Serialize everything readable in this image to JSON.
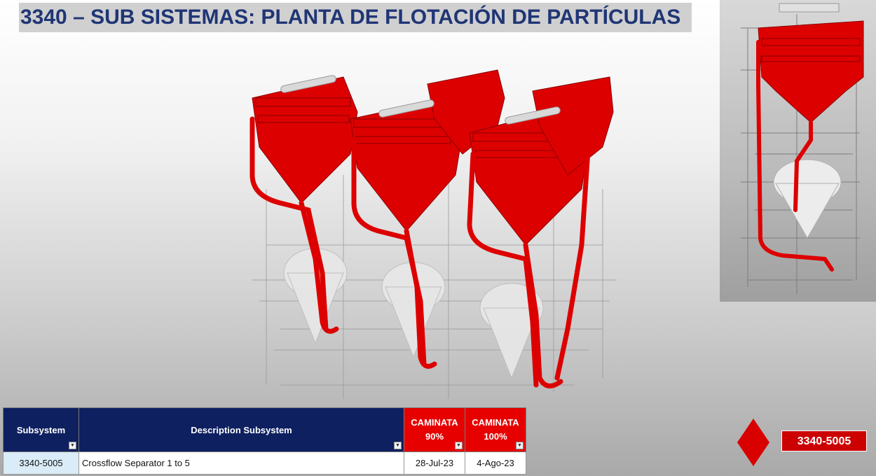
{
  "page": {
    "title": "3340 – SUB SISTEMAS: PLANTA DE FLOTACIÓN DE PARTÍCULAS"
  },
  "colors": {
    "title_text": "#1f3575",
    "header_navy": "#0e2060",
    "header_red": "#e60000",
    "accent_red": "#d90000"
  },
  "table": {
    "headers": {
      "subsystem": "Subsystem",
      "description": "Description Subsystem",
      "walk90_line1": "CAMINATA",
      "walk90_line2": "90%",
      "walk100_line1": "CAMINATA",
      "walk100_line2": "100%"
    },
    "filter_icons": [
      "filter-active-icon",
      "dropdown-icon",
      "dropdown-icon",
      "dropdown-icon"
    ],
    "rows": [
      {
        "subsystem": "3340-5005",
        "description": "Crossflow Separator 1 to 5",
        "walk90": "28-Jul-23",
        "walk100": "4-Ago-23"
      }
    ]
  },
  "badge": {
    "code": "3340-5005",
    "icon": "diamond-icon"
  }
}
